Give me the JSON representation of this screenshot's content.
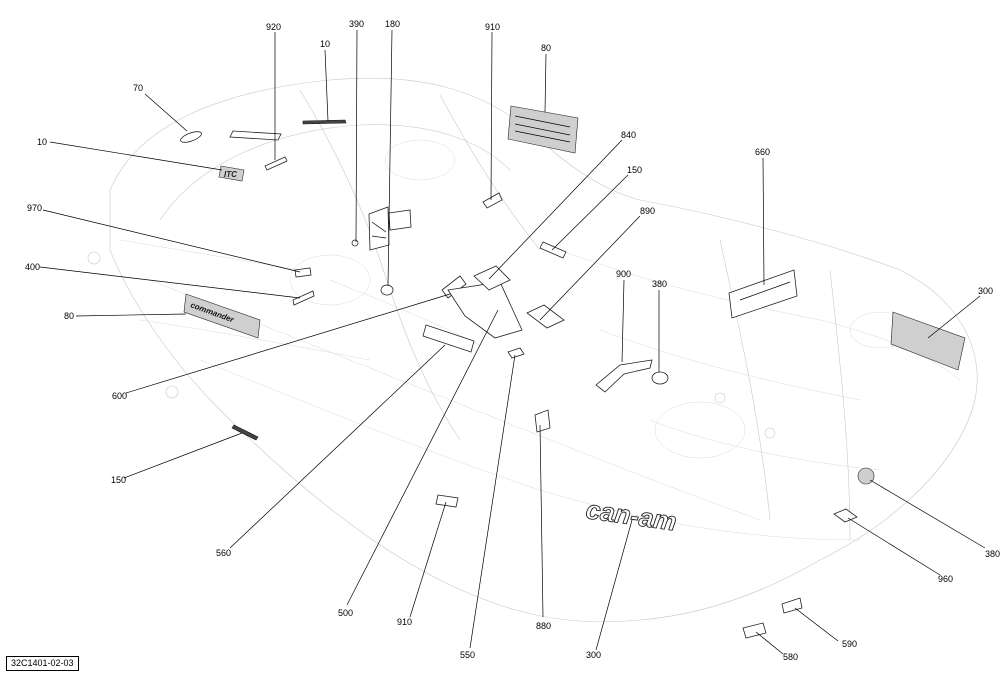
{
  "diagram": {
    "reference_code": "32C1401-02-03",
    "decal_brand_text": "can-am",
    "callouts": [
      {
        "id": "c920",
        "label": "920"
      },
      {
        "id": "c10a",
        "label": "10"
      },
      {
        "id": "c390",
        "label": "390"
      },
      {
        "id": "c180",
        "label": "180"
      },
      {
        "id": "c910a",
        "label": "910"
      },
      {
        "id": "c80a",
        "label": "80"
      },
      {
        "id": "c70",
        "label": "70"
      },
      {
        "id": "c10b",
        "label": "10"
      },
      {
        "id": "c840",
        "label": "840"
      },
      {
        "id": "c150a",
        "label": "150"
      },
      {
        "id": "c660",
        "label": "660"
      },
      {
        "id": "c970",
        "label": "970"
      },
      {
        "id": "c890",
        "label": "890"
      },
      {
        "id": "c400",
        "label": "400"
      },
      {
        "id": "c900",
        "label": "900"
      },
      {
        "id": "c380a",
        "label": "380"
      },
      {
        "id": "c300a",
        "label": "300"
      },
      {
        "id": "c80b",
        "label": "80"
      },
      {
        "id": "c600",
        "label": "600"
      },
      {
        "id": "c150b",
        "label": "150"
      },
      {
        "id": "c380b",
        "label": "380"
      },
      {
        "id": "c960",
        "label": "960"
      },
      {
        "id": "c560",
        "label": "560"
      },
      {
        "id": "c500",
        "label": "500"
      },
      {
        "id": "c910b",
        "label": "910"
      },
      {
        "id": "c550",
        "label": "550"
      },
      {
        "id": "c880",
        "label": "880"
      },
      {
        "id": "c300b",
        "label": "300"
      },
      {
        "id": "c590",
        "label": "590"
      },
      {
        "id": "c580",
        "label": "580"
      }
    ]
  }
}
